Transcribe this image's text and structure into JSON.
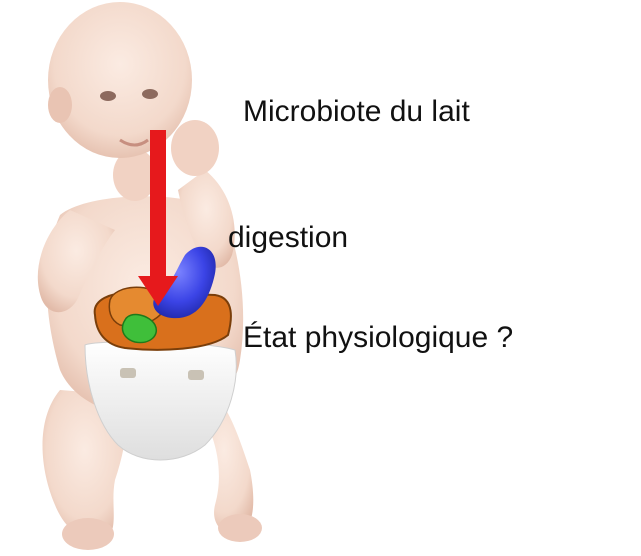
{
  "captions": {
    "milk_microbiota": "Microbiote du lait",
    "digestion": "digestion",
    "physiological_state": "État physiologique ?"
  },
  "illustration": {
    "subject": "baby-icon",
    "organs": [
      "stomach-icon",
      "liver-icon",
      "intestine-icon",
      "colon-icon"
    ],
    "arrow": "down-arrow-icon",
    "colors": {
      "skin": "#f3d9cb",
      "skin_shadow": "#e2bba9",
      "diaper": "#f7f7f7",
      "stomach": "#3b44e6",
      "liver": "#d9701c",
      "small_intestine": "#3fbf3a",
      "colon": "#e07d22",
      "arrow": "#e6191c"
    }
  }
}
